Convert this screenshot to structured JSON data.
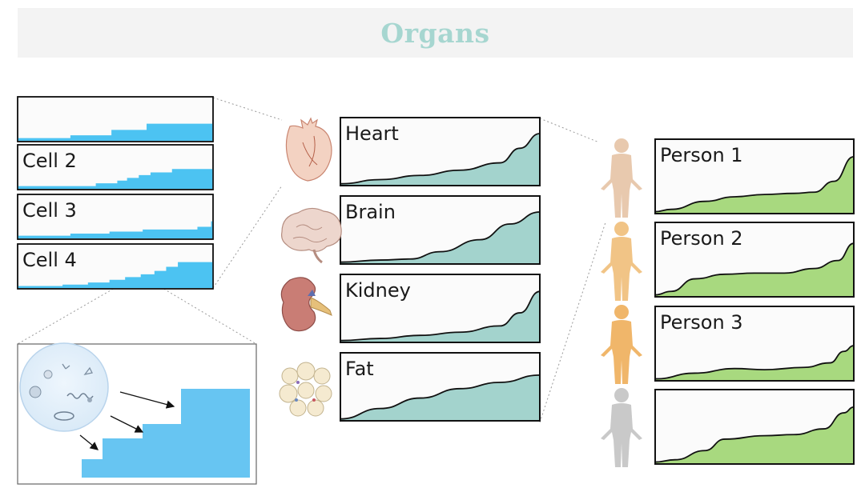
{
  "header": {
    "title": "Organs"
  },
  "colors": {
    "cell_fill": "#4cc3f2",
    "zoom_fill": "#67c5f2",
    "organ_fill": "#a3d3cd",
    "person_fill": "#a8d97f",
    "title": "#a6d6d0",
    "banner": "#f3f3f3"
  },
  "icons": [
    "cell-icon",
    "heart-icon",
    "brain-icon",
    "kidney-icon",
    "fat-tissue-icon",
    "person-icon"
  ],
  "chart_data": [
    {
      "type": "area",
      "panel": "cell-1",
      "title": "",
      "shape": "staircase",
      "x": [
        0,
        0.27,
        0.48,
        0.66,
        1.0
      ],
      "values": [
        0.08,
        0.16,
        0.32,
        0.5,
        0.5
      ]
    },
    {
      "type": "area",
      "panel": "cell-2",
      "title": "Cell 2",
      "shape": "staircase",
      "x": [
        0,
        0.4,
        0.51,
        0.56,
        0.62,
        0.68,
        0.79,
        1.0
      ],
      "values": [
        0.08,
        0.16,
        0.24,
        0.32,
        0.4,
        0.48,
        0.58,
        0.58
      ]
    },
    {
      "type": "area",
      "panel": "cell-3",
      "title": "Cell 3",
      "shape": "staircase",
      "x": [
        0,
        0.27,
        0.47,
        0.64,
        0.92,
        0.99,
        1.0
      ],
      "values": [
        0.08,
        0.14,
        0.2,
        0.26,
        0.34,
        0.5,
        0.5
      ]
    },
    {
      "type": "area",
      "panel": "cell-4",
      "title": "Cell 4",
      "shape": "staircase",
      "x": [
        0,
        0.23,
        0.36,
        0.47,
        0.55,
        0.63,
        0.7,
        0.76,
        0.82,
        1.0
      ],
      "values": [
        0.06,
        0.1,
        0.16,
        0.24,
        0.32,
        0.4,
        0.5,
        0.62,
        0.76,
        0.76
      ]
    },
    {
      "type": "area",
      "panel": "heart",
      "title": "Heart",
      "x": [
        0,
        0.2,
        0.4,
        0.6,
        0.8,
        0.9,
        1.0
      ],
      "values": [
        0.02,
        0.1,
        0.18,
        0.28,
        0.42,
        0.7,
        0.98
      ]
    },
    {
      "type": "area",
      "panel": "brain",
      "title": "Brain",
      "x": [
        0,
        0.2,
        0.35,
        0.5,
        0.7,
        0.85,
        1.0
      ],
      "values": [
        0.02,
        0.06,
        0.08,
        0.22,
        0.45,
        0.75,
        0.98
      ]
    },
    {
      "type": "area",
      "panel": "kidney",
      "title": "Kidney",
      "x": [
        0,
        0.2,
        0.4,
        0.6,
        0.8,
        0.9,
        1.0
      ],
      "values": [
        0.02,
        0.06,
        0.12,
        0.18,
        0.3,
        0.55,
        0.96
      ]
    },
    {
      "type": "area",
      "panel": "fat",
      "title": "Fat",
      "x": [
        0,
        0.2,
        0.4,
        0.6,
        0.8,
        1.0
      ],
      "values": [
        0.02,
        0.22,
        0.42,
        0.6,
        0.72,
        0.86
      ]
    },
    {
      "type": "area",
      "panel": "person-1",
      "title": "Person 1",
      "x": [
        0,
        0.08,
        0.25,
        0.4,
        0.55,
        0.7,
        0.8,
        0.9,
        1.0
      ],
      "values": [
        0.02,
        0.06,
        0.2,
        0.28,
        0.32,
        0.34,
        0.36,
        0.55,
        0.98
      ]
    },
    {
      "type": "area",
      "panel": "person-2",
      "title": "Person 2",
      "x": [
        0,
        0.08,
        0.2,
        0.35,
        0.5,
        0.65,
        0.8,
        0.92,
        1.0
      ],
      "values": [
        0.02,
        0.08,
        0.3,
        0.38,
        0.4,
        0.4,
        0.48,
        0.62,
        0.92
      ]
    },
    {
      "type": "area",
      "panel": "person-3",
      "title": "Person 3",
      "x": [
        0,
        0.2,
        0.4,
        0.55,
        0.75,
        0.88,
        0.95,
        1.0
      ],
      "values": [
        0.02,
        0.12,
        0.2,
        0.18,
        0.22,
        0.3,
        0.5,
        0.6
      ]
    },
    {
      "type": "area",
      "panel": "person-4",
      "title": "",
      "x": [
        0,
        0.1,
        0.25,
        0.35,
        0.55,
        0.7,
        0.85,
        0.95,
        1.0
      ],
      "values": [
        0.02,
        0.06,
        0.22,
        0.42,
        0.48,
        0.5,
        0.6,
        0.88,
        0.98
      ]
    }
  ]
}
